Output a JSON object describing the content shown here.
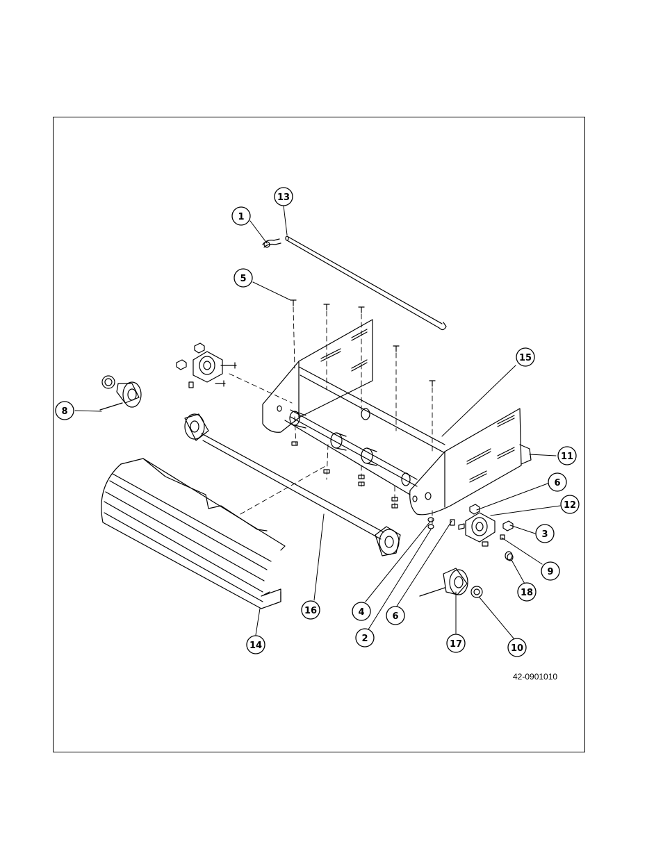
{
  "drawing_number": "42-0901010",
  "callouts": [
    {
      "id": "c1",
      "label": "1"
    },
    {
      "id": "c13",
      "label": "13"
    },
    {
      "id": "c5",
      "label": "5"
    },
    {
      "id": "c15",
      "label": "15"
    },
    {
      "id": "c8",
      "label": "8"
    },
    {
      "id": "c11",
      "label": "11"
    },
    {
      "id": "c6a",
      "label": "6"
    },
    {
      "id": "c12",
      "label": "12"
    },
    {
      "id": "c3",
      "label": "3"
    },
    {
      "id": "c9",
      "label": "9"
    },
    {
      "id": "c18",
      "label": "18"
    },
    {
      "id": "c16",
      "label": "16"
    },
    {
      "id": "c4",
      "label": "4"
    },
    {
      "id": "c6b",
      "label": "6"
    },
    {
      "id": "c2",
      "label": "2"
    },
    {
      "id": "c14",
      "label": "14"
    },
    {
      "id": "c17",
      "label": "17"
    },
    {
      "id": "c10",
      "label": "10"
    }
  ]
}
